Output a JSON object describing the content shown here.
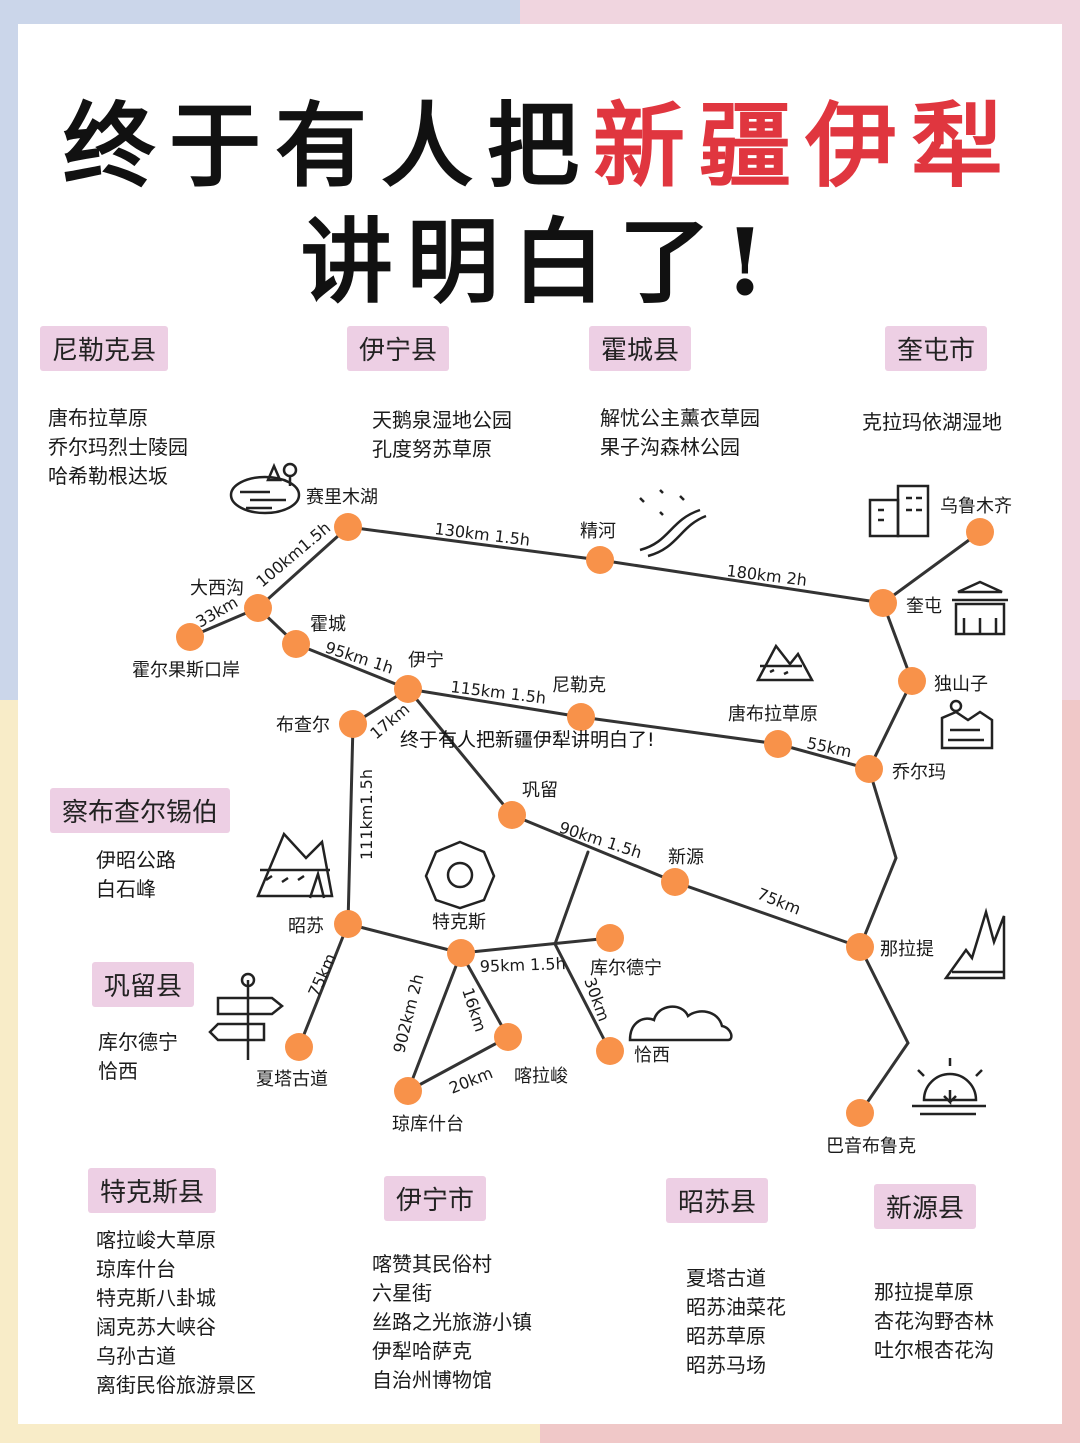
{
  "title": {
    "line1_prefix": "终于有人把",
    "line1_highlight": "新疆伊犁",
    "line2": "讲明白了!"
  },
  "colors": {
    "accent_red": "#e0363f",
    "node_orange": "#f8924a",
    "tag_pink": "#edcfe4"
  },
  "counties": [
    {
      "id": "nileke",
      "name": "尼勒克县",
      "spots": [
        "唐布拉草原",
        "乔尔玛烈士陵园",
        "哈希勒根达坂"
      ]
    },
    {
      "id": "yining-xian",
      "name": "伊宁县",
      "spots": [
        "天鹅泉湿地公园",
        "孔度努苏草原"
      ]
    },
    {
      "id": "huocheng",
      "name": "霍城县",
      "spots": [
        "解忧公主薰衣草园",
        "果子沟森林公园"
      ]
    },
    {
      "id": "kuitun",
      "name": "奎屯市",
      "spots": [
        "克拉玛依湖湿地"
      ]
    },
    {
      "id": "chabuchaer",
      "name": "察布查尔锡伯",
      "spots": [
        "伊昭公路",
        "白石峰"
      ]
    },
    {
      "id": "gongliu",
      "name": "巩留县",
      "spots": [
        "库尔德宁",
        "恰西"
      ]
    },
    {
      "id": "tekesi",
      "name": "特克斯县",
      "spots": [
        "喀拉峻大草原",
        "琼库什台",
        "特克斯八卦城",
        "阔克苏大峡谷",
        "乌孙古道",
        "离街民俗旅游景区"
      ]
    },
    {
      "id": "yining-shi",
      "name": "伊宁市",
      "spots": [
        "喀赞其民俗村",
        "六星街",
        "丝路之光旅游小镇",
        "伊犁哈萨克",
        "自治州博物馆"
      ]
    },
    {
      "id": "zhaosu",
      "name": "昭苏县",
      "spots": [
        "夏塔古道",
        "昭苏油菜花",
        "昭苏草原",
        "昭苏马场"
      ]
    },
    {
      "id": "xinyuan",
      "name": "新源县",
      "spots": [
        "那拉提草原",
        "杏花沟野杏林",
        "吐尔根杏花沟"
      ]
    }
  ],
  "map": {
    "places": [
      {
        "id": "sailimuhu",
        "label": "赛里木湖"
      },
      {
        "id": "jinghe",
        "label": "精河"
      },
      {
        "id": "wulumuqi",
        "label": "乌鲁木齐"
      },
      {
        "id": "kuitun",
        "label": "奎屯"
      },
      {
        "id": "daxigou",
        "label": "大西沟"
      },
      {
        "id": "huoerguosi",
        "label": "霍尔果斯口岸"
      },
      {
        "id": "huocheng",
        "label": "霍城"
      },
      {
        "id": "yining",
        "label": "伊宁"
      },
      {
        "id": "nileke",
        "label": "尼勒克"
      },
      {
        "id": "dushanzi",
        "label": "独山子"
      },
      {
        "id": "tangbula",
        "label": "唐布拉草原"
      },
      {
        "id": "qiaoerma",
        "label": "乔尔玛"
      },
      {
        "id": "buchaer",
        "label": "布查尔"
      },
      {
        "id": "gongliu",
        "label": "巩留"
      },
      {
        "id": "xinyuan",
        "label": "新源"
      },
      {
        "id": "nalati",
        "label": "那拉提"
      },
      {
        "id": "zhaosu",
        "label": "昭苏"
      },
      {
        "id": "tekesi",
        "label": "特克斯"
      },
      {
        "id": "kuerdening",
        "label": "库尔德宁"
      },
      {
        "id": "qiaxi",
        "label": "恰西"
      },
      {
        "id": "xiatagudao",
        "label": "夏塔古道"
      },
      {
        "id": "kalajun",
        "label": "喀拉峻"
      },
      {
        "id": "qiongkushitai",
        "label": "琼库什台"
      },
      {
        "id": "bayinbuluke",
        "label": "巴音布鲁克"
      }
    ],
    "distances": [
      {
        "id": "sailimu-jinghe",
        "text": "130km 1.5h"
      },
      {
        "id": "jinghe-kuitun",
        "text": "180km 2h"
      },
      {
        "id": "daxigou-sailimu",
        "text": "100km1.5h"
      },
      {
        "id": "daxigou-huoerguosi",
        "text": "33km"
      },
      {
        "id": "huocheng-yining",
        "text": "95km 1h"
      },
      {
        "id": "yining-nileke",
        "text": "115km 1.5h"
      },
      {
        "id": "yining-buchaer",
        "text": "17km"
      },
      {
        "id": "tangbula-qiaoerma",
        "text": "55km"
      },
      {
        "id": "buchaer-zhaosu",
        "text": "111km1.5h"
      },
      {
        "id": "gongliu-xinyuan",
        "text": "90km 1.5h"
      },
      {
        "id": "xinyuan-nalati",
        "text": "75km"
      },
      {
        "id": "zhaosu-xiata",
        "text": "75km"
      },
      {
        "id": "tekesi-kuerdening",
        "text": "95km 1.5h"
      },
      {
        "id": "branch-qiaxi",
        "text": "30km"
      },
      {
        "id": "tekesi-qiongkushitai",
        "text": "902km 2h"
      },
      {
        "id": "tekesi-kalajun",
        "text": "16km"
      },
      {
        "id": "qiongku-kalajun",
        "text": "20km"
      }
    ],
    "watermark": "终于有人把新疆伊犁讲明白了!"
  }
}
